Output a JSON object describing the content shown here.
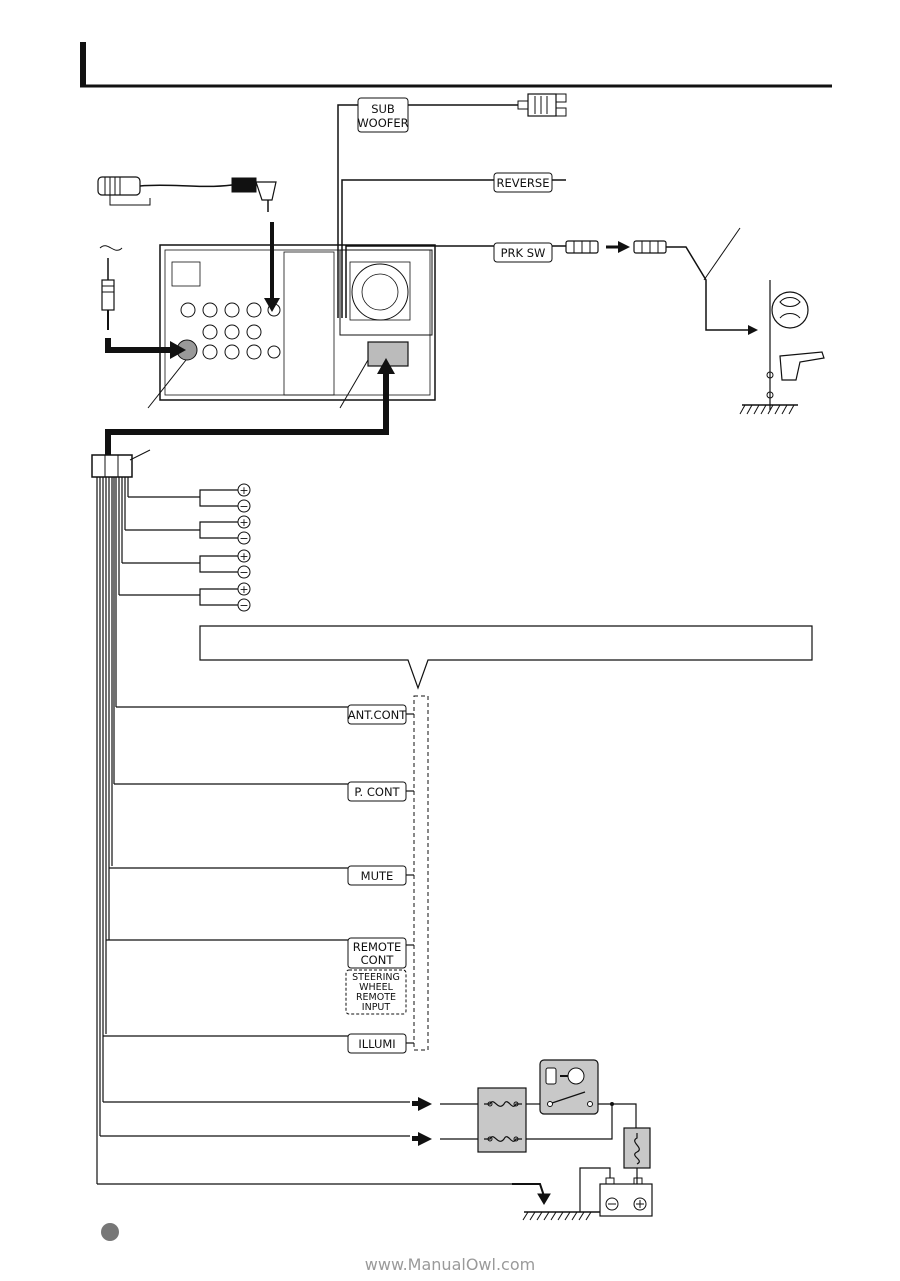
{
  "labels": {
    "sub_woofer_1": "SUB",
    "sub_woofer_2": "WOOFER",
    "reverse": "REVERSE",
    "prk_sw": "PRK SW",
    "ant_cont": "ANT.CONT",
    "p_cont": "P. CONT",
    "mute": "MUTE",
    "remote_cont_1": "REMOTE",
    "remote_cont_2": "CONT",
    "steering_1": "STEERING",
    "steering_2": "WHEEL",
    "steering_3": "REMOTE",
    "steering_4": "INPUT",
    "illumi": "ILLUMI"
  },
  "speaker_terminals": [
    "+",
    "−",
    "+",
    "−",
    "+",
    "−",
    "+",
    "−"
  ],
  "watermark": "www.ManualOwl.com",
  "colors": {
    "line": "#111111",
    "fuse_box": "#c8c8c8",
    "watermark": "#9a9a9a"
  }
}
